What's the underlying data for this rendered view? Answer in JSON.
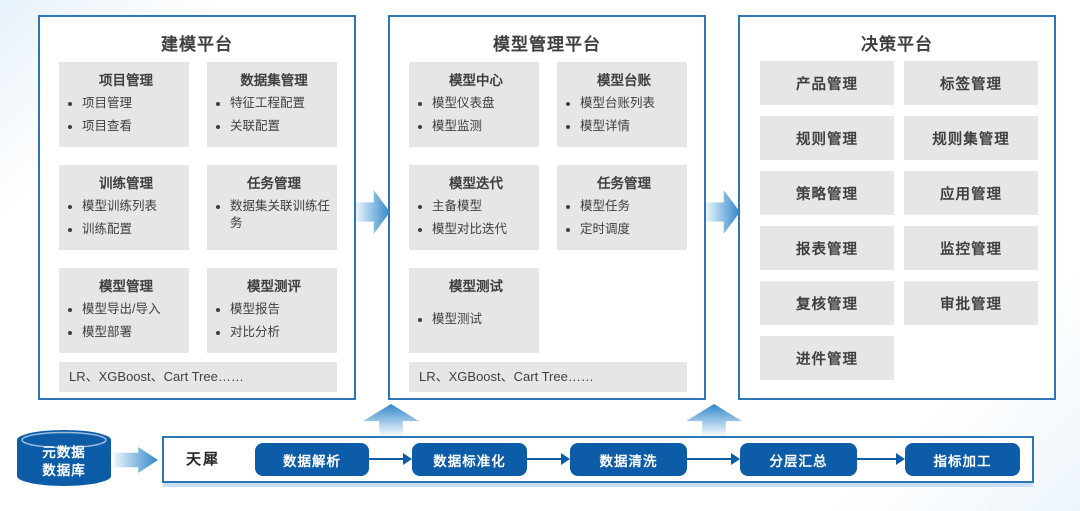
{
  "colors": {
    "border_blue": "#2e75b6",
    "solid_blue": "#0d5ca8",
    "box_gray": "#e7e6e6",
    "text_dark": "#3f3f3f",
    "arrow_blue": "#2f87c9",
    "arrow_light": "#eaf5fc",
    "shadow_blue": "#c9def0"
  },
  "platforms": [
    {
      "title": "建模平台",
      "modules": [
        {
          "title": "项目管理",
          "items": [
            "项目管理",
            "项目查看"
          ]
        },
        {
          "title": "数据集管理",
          "items": [
            "特征工程配置",
            "关联配置"
          ]
        },
        {
          "title": "训练管理",
          "items": [
            "模型训练列表",
            "训练配置"
          ]
        },
        {
          "title": "任务管理",
          "items": [
            "数据集关联训练任务"
          ]
        },
        {
          "title": "模型管理",
          "items": [
            "模型导出/导入",
            "模型部署"
          ]
        },
        {
          "title": "模型测评",
          "items": [
            "模型报告",
            "对比分析"
          ]
        }
      ],
      "footer": "LR、XGBoost、Cart Tree……"
    },
    {
      "title": "模型管理平台",
      "modules": [
        {
          "title": "模型中心",
          "items": [
            "模型仪表盘",
            "模型监测"
          ]
        },
        {
          "title": "模型台账",
          "items": [
            "模型台账列表",
            "模型详情"
          ]
        },
        {
          "title": "模型迭代",
          "items": [
            "主备模型",
            "模型对比迭代"
          ]
        },
        {
          "title": "任务管理",
          "items": [
            "模型任务",
            "定时调度"
          ]
        },
        {
          "title": "模型测试",
          "items": [
            "模型测试"
          ]
        }
      ],
      "footer": "LR、XGBoost、Cart Tree……"
    },
    {
      "title": "决策平台",
      "cells": [
        "产品管理",
        "标签管理",
        "规则管理",
        "规则集管理",
        "策略管理",
        "应用管理",
        "报表管理",
        "监控管理",
        "复核管理",
        "审批管理",
        "进件管理"
      ]
    }
  ],
  "pipeline": {
    "database_label_line1": "元数据",
    "database_label_line2": "数据库",
    "source_label": "天犀",
    "stages": [
      "数据解析",
      "数据标准化",
      "数据清洗",
      "分层汇总",
      "指标加工"
    ]
  }
}
